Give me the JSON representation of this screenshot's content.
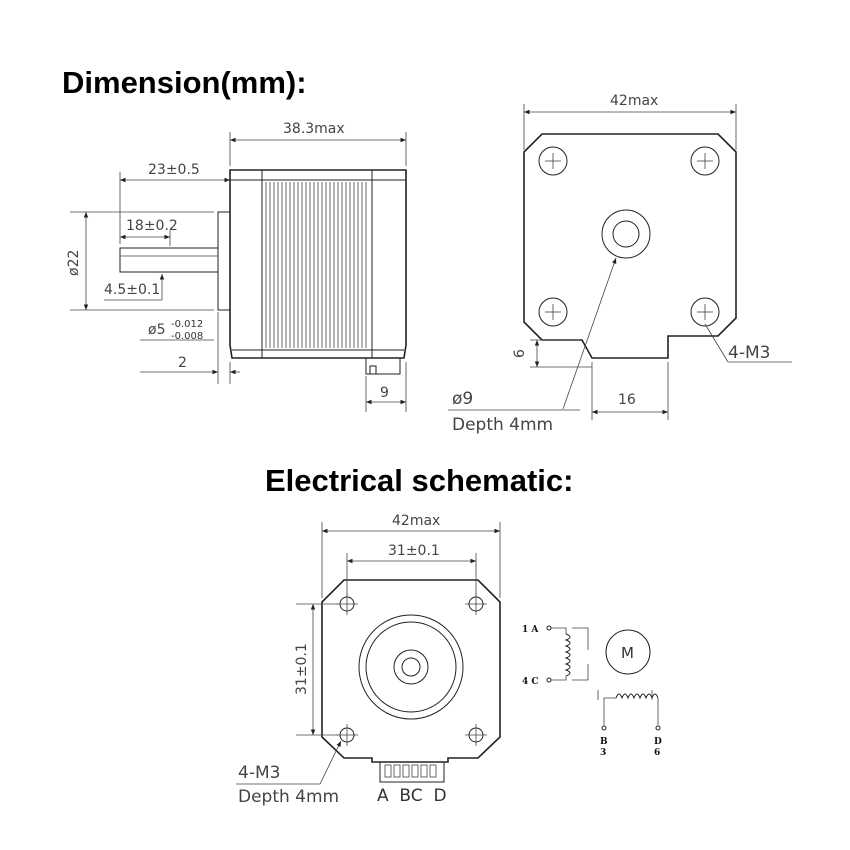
{
  "headings": {
    "dimension": "Dimension(mm):",
    "electrical": "Electrical schematic:"
  },
  "side_view": {
    "overall_length": "38.3max",
    "front_length": "23±0.5",
    "shaft_length": "18±0.2",
    "boss_diameter": "ø22",
    "flat_depth": "4.5±0.1",
    "shaft_diameter": "ø5",
    "shaft_tol_upper": "-0.012",
    "shaft_tol_lower": "-0.008",
    "boss_height": "2",
    "connector_width": "9"
  },
  "front_view": {
    "width": "42max",
    "tab_height": "6",
    "tab_width": "16",
    "screw_callout": "4-M3",
    "hole_diameter": "ø9",
    "hole_depth": "Depth  4mm"
  },
  "schematic_view": {
    "width": "42max",
    "hole_spacing_h": "31±0.1",
    "hole_spacing_v": "31±0.1",
    "screw_callout": "4-M3",
    "screw_depth": "Depth  4mm",
    "pin_labels": "A  BC  D"
  },
  "wiring": {
    "motor_symbol": "M",
    "terminal_1": "1 A",
    "terminal_4": "4 C",
    "terminal_b": "B",
    "terminal_b_num": "3",
    "terminal_d": "D",
    "terminal_d_num": "6"
  }
}
